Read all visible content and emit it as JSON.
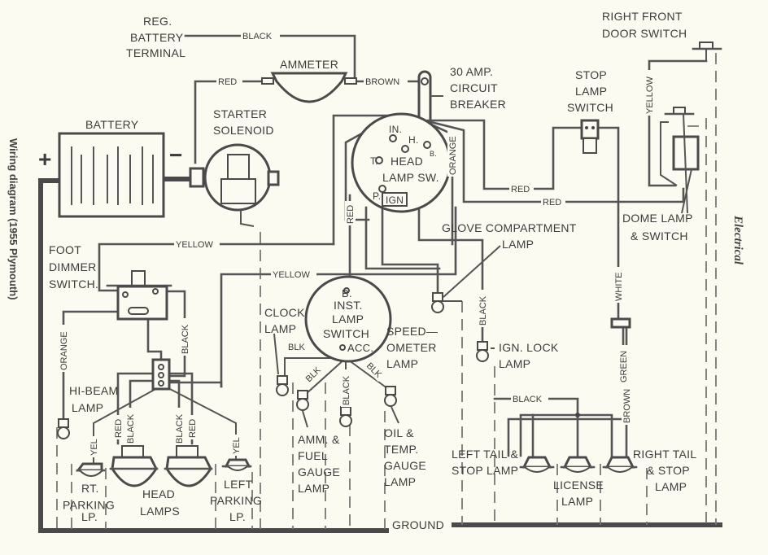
{
  "side_captions": {
    "left": "Wiring diagram (1955 Plymouth)",
    "right": "Electrical"
  },
  "components": {
    "reg_battery_terminal": [
      "REG.",
      "BATTERY",
      "TERMINAL"
    ],
    "ammeter": "AMMETER",
    "circuit_breaker": [
      "30 AMP.",
      "CIRCUIT",
      "BREAKER"
    ],
    "stop_lamp_switch": [
      "STOP",
      "LAMP",
      "SWITCH"
    ],
    "right_front_door_switch": [
      "RIGHT FRONT",
      "DOOR SWITCH"
    ],
    "battery": "BATTERY",
    "battery_plus": "+",
    "battery_minus": "−",
    "starter_solenoid": [
      "STARTER",
      "SOLENOID"
    ],
    "head_lamp_switch": [
      "HEAD",
      "LAMP SW."
    ],
    "head_lamp_switch_terminals": [
      "IN.",
      "H.",
      "T.",
      "B.",
      "P.",
      "IGN"
    ],
    "dome_lamp": [
      "DOME LAMP",
      "& SWITCH"
    ],
    "glove_compartment_lamp": [
      "GLOVE COMPARTMENT",
      "LAMP"
    ],
    "foot_dimmer_switch": [
      "FOOT",
      "DIMMER",
      "SWITCH."
    ],
    "inst_lamp_switch": [
      "B.",
      "INST.",
      "LAMP",
      "SWITCH"
    ],
    "inst_lamp_switch_acc": "ACC.",
    "clock_lamp": [
      "CLOCK",
      "LAMP"
    ],
    "speedometer_lamp": [
      "SPEED—",
      "OMETER",
      "LAMP"
    ],
    "ign_lock_lamp": [
      "IGN. LOCK",
      "LAMP"
    ],
    "hi_beam_lamp": [
      "HI-BEAM",
      "LAMP"
    ],
    "rt_parking_lamp": [
      "RT.",
      "PARKING",
      "LP."
    ],
    "head_lamps": [
      "HEAD",
      "LAMPS"
    ],
    "left_parking_lamp": [
      "LEFT",
      "PARKING",
      "LP."
    ],
    "amm_fuel_gauge_lamp": [
      "AMM. &",
      "FUEL",
      "GAUGE",
      "LAMP"
    ],
    "oil_temp_gauge_lamp": [
      "OIL &",
      "TEMP.",
      "GAUGE",
      "LAMP"
    ],
    "left_tail_stop_lamp": [
      "LEFT TAIL &",
      "STOP LAMP"
    ],
    "license_lamp": [
      "LICENSE",
      "LAMP"
    ],
    "right_tail_stop_lamp": [
      "RIGHT TAIL",
      "& STOP",
      "LAMP"
    ],
    "ground": "GROUND"
  },
  "wire_labels": {
    "reg_black": "BLACK",
    "ammeter_red": "RED",
    "ammeter_brown": "BROWN",
    "hls_orange": "ORANGE",
    "stop_red": "RED",
    "dome_red": "RED",
    "door_yellow": "YELLOW",
    "dimmer_yellow": "YELLOW",
    "inst_yellow": "YELLOW",
    "inst_red": "RED",
    "dimmer_black": "BLACK",
    "hibeam_orange": "ORANGE",
    "glove_black": "BLACK",
    "dome_white": "WHITE",
    "tail_green": "GREEN",
    "tail_brown": "BROWN",
    "tail_black": "BLACK",
    "clock_blk": "BLK",
    "amm_blk": "BLK",
    "inst_black": "BLACK",
    "speedo_blk": "BLK",
    "rt_park_yel": "YEL",
    "lt_park_yel": "YEL",
    "hl1_red": "RED",
    "hl1_black": "BLACK",
    "hl2_black": "BLACK",
    "hl2_red": "RED"
  }
}
